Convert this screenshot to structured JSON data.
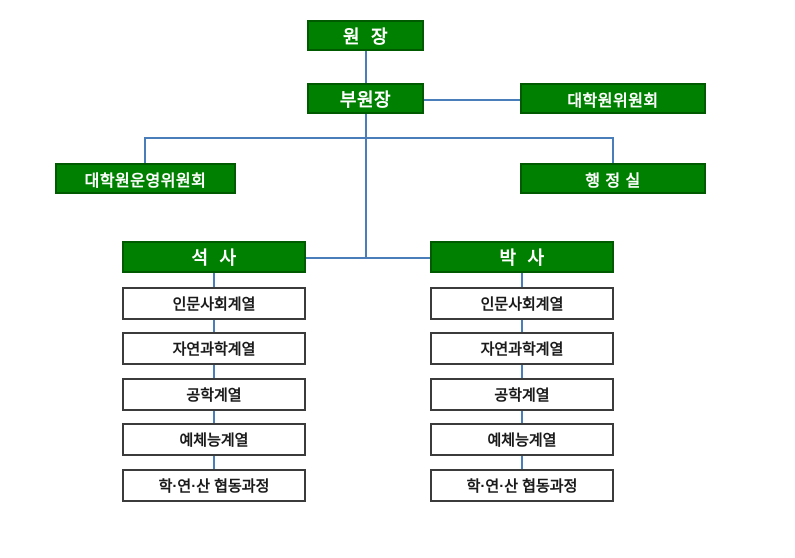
{
  "colors": {
    "node_green": "#008000",
    "node_green_border": "#005a00",
    "connector_blue": "#4a7ebb",
    "dept_box_border": "#3b3b3b",
    "dept_text": "#1a1a1a",
    "node_text": "#ffffff"
  },
  "nodes": {
    "director": "원  장",
    "vice_director": "부원장",
    "graduate_committee": "대학원위원회",
    "operating_committee": "대학원운영위원회",
    "admin_office": "행 정 실",
    "masters": "석  사",
    "doctoral": "박  사"
  },
  "departments": {
    "masters": [
      "인문사회계열",
      "자연과학계열",
      "공학계열",
      "예체능계열",
      "학·연·산 협동과정"
    ],
    "doctoral": [
      "인문사회계열",
      "자연과학계열",
      "공학계열",
      "예체능계열",
      "학·연·산 협동과정"
    ]
  }
}
